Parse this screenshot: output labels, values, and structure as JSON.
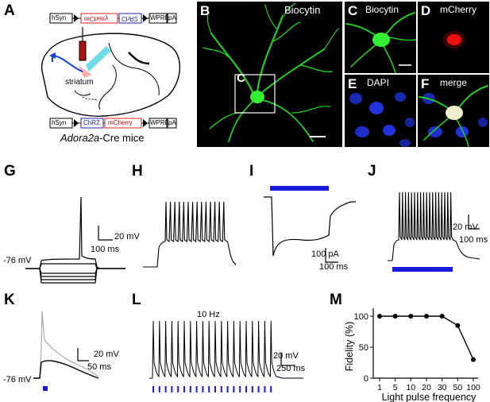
{
  "panels": {
    "A": "A",
    "B": "B",
    "C": "C",
    "D": "D",
    "E": "E",
    "F": "F",
    "G": "G",
    "H": "H",
    "I": "I",
    "J": "J",
    "K": "K",
    "L": "L",
    "M": "M"
  },
  "schematic": {
    "construct_top": [
      "hSyn",
      "mCherry",
      "ChR2",
      "WPRE",
      "pA"
    ],
    "construct_bottom": [
      "hSyn",
      "ChR2",
      "mCherry",
      "WPRE",
      "pA"
    ],
    "region_label": "striatum",
    "mouse_line_italic": "Adora2a",
    "mouse_line_rest": "-Cre mice"
  },
  "images": {
    "b_label": "Biocytin",
    "b_inset_letter": "C",
    "c_label": "Biocytin",
    "d_label": "mCherry",
    "e_label": "DAPI",
    "f_label": "merge",
    "colors": {
      "green": "#22cc22",
      "red": "#ee1111",
      "blue": "#2233dd"
    }
  },
  "traces": {
    "g_scale_mv": "20 mV",
    "g_scale_ms": "100 ms",
    "g_vm": "-76 mV",
    "i_scale_pa": "100 pA",
    "i_scale_ms": "100 ms",
    "j_scale_mv": "20 mV",
    "j_scale_ms": "100 ms",
    "k_scale_mv": "20 mV",
    "k_scale_ms": "50 ms",
    "k_vm": "-76 mV",
    "l_freq": "10 Hz",
    "l_scale_mv": "20 mV",
    "l_scale_ms": "250 ms",
    "light_color": "#1a1adf"
  },
  "chart_data": {
    "type": "line",
    "categories": [
      "1",
      "5",
      "10",
      "20",
      "30",
      "50",
      "100"
    ],
    "values": [
      100,
      100,
      100,
      100,
      100,
      85,
      30
    ],
    "xlabel": "Light pulse frequency",
    "ylabel": "Fidelity (%)",
    "ylim": [
      0,
      100
    ],
    "yticks": [
      "0",
      "50",
      "100"
    ],
    "grid": false
  }
}
